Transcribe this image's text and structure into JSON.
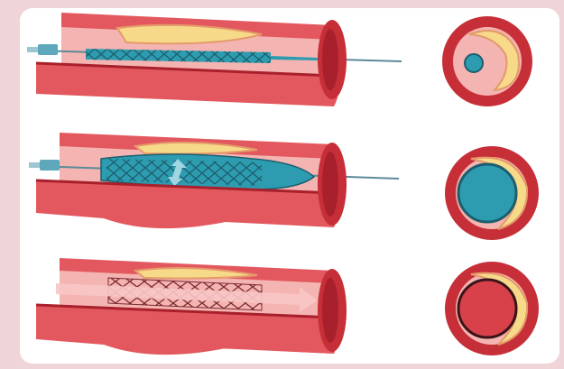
{
  "diagram": {
    "stages": [
      {
        "id": "catheter-insertion",
        "instrument": "folded-mesh-on-balloon-catheter"
      },
      {
        "id": "balloon-inflation",
        "instrument": "inflated-balloon-with-expanded-mesh"
      },
      {
        "id": "stent-in-place",
        "instrument": "expanded-mesh-alone"
      }
    ],
    "colors": {
      "background": "#f0d5d8",
      "card": "#ffffff",
      "vessel_wall": "#e2585e",
      "vessel_dark": "#a8202b",
      "vessel_lumen": "#f4b4b1",
      "plaque": "#f7d98a",
      "balloon": "#2e9cb0",
      "stent_mesh": "#1b5f6e",
      "flow_arrow": "#f8c7c6"
    }
  }
}
